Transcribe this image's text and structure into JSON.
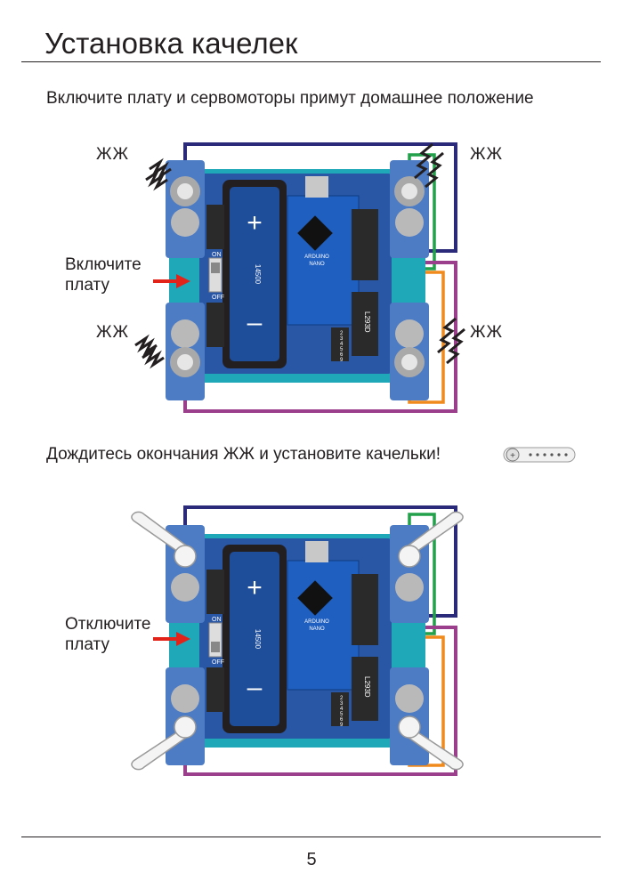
{
  "page": {
    "title": "Установка качелек",
    "instruction_1": "Включите плату и сервомоторы примут домашнее положение",
    "instruction_2": "Дождитесь окончания ЖЖ и установите качельки!",
    "page_number": "5"
  },
  "figure_1": {
    "buzz": [
      "ЖЖ",
      "ЖЖ",
      "ЖЖ",
      "ЖЖ"
    ],
    "switch_label": [
      "Включите",
      "плату"
    ]
  },
  "figure_2": {
    "switch_label": [
      "Отключите",
      "плату"
    ]
  },
  "board": {
    "switch_on": "ON",
    "switch_off": "OFF",
    "battery_plus": "+",
    "battery_minus": "–",
    "battery_model": "14500",
    "arduino_brand": "ARDUINO",
    "arduino_model": "NANO",
    "driver_chip": "L293D",
    "pin_numbers": [
      "2",
      "3",
      "4",
      "5",
      "6",
      "9"
    ]
  },
  "colors": {
    "board_teal": "#1ea8b8",
    "pcb_blue": "#2a56a6",
    "servo_blue": "#4d7cc4",
    "wire_navy": "#2b2a7a",
    "wire_purple": "#9b3f8c",
    "wire_green": "#22a04a",
    "wire_orange": "#f08a1c",
    "arrow_red": "#e2231a"
  }
}
